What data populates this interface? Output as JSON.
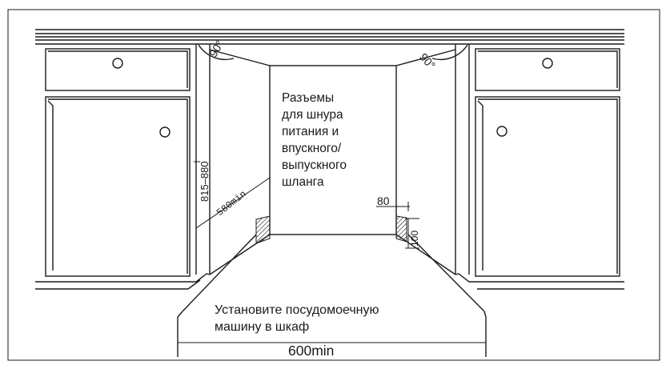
{
  "connector_note": "Разъемы\nдля шнура\nпитания и\nвпускного/\nвыпускного\nшланга",
  "install_note": "Установите посудомоечную\nмашину в шкаф",
  "dimensions": {
    "height_range": "815–880",
    "depth_min": "580min",
    "width_min": "600min",
    "gap_width": "80",
    "gap_height": "100",
    "angle_left": "90°",
    "angle_right": "90°"
  }
}
